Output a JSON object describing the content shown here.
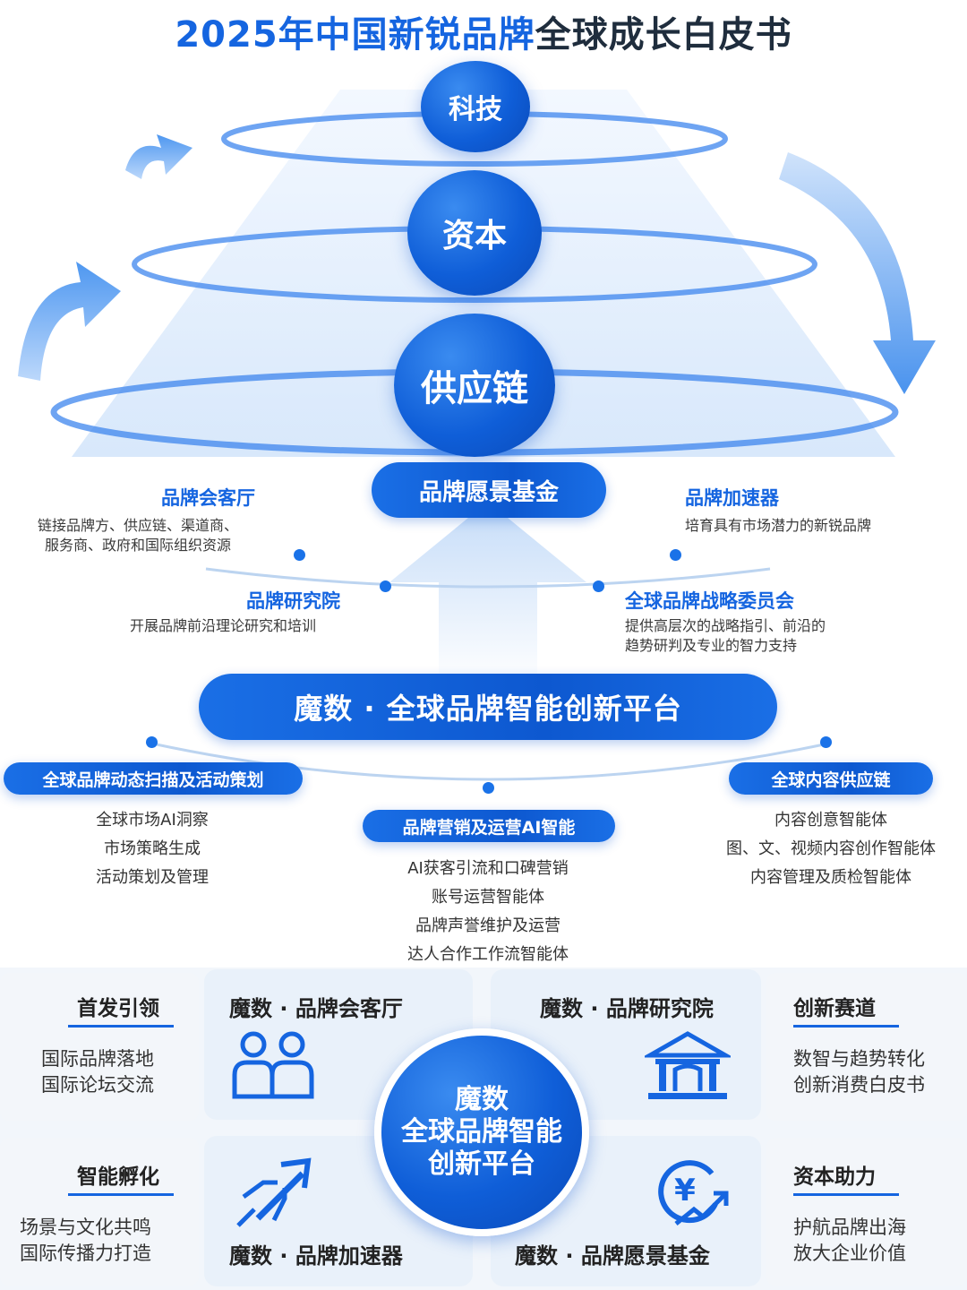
{
  "title": {
    "part1": "2025年中国新锐品牌",
    "part2": "全球成长白皮书"
  },
  "pyramid": {
    "top": "科技",
    "middle": "资本",
    "bottom": "供应链"
  },
  "vision_fund": "品牌愿景基金",
  "upper_nodes": [
    {
      "title": "品牌会客厅",
      "desc": [
        "链接品牌方、供应链、渠道商、",
        "服务商、政府和国际组织资源"
      ]
    },
    {
      "title": "品牌加速器",
      "desc": [
        "培育具有市场潜力的新锐品牌"
      ]
    },
    {
      "title": "品牌研究院",
      "desc": [
        "开展品牌前沿理论研究和培训"
      ]
    },
    {
      "title": "全球品牌战略委员会",
      "desc": [
        "提供高层次的战略指引、前沿的",
        "趋势研判及专业的智力支持"
      ]
    }
  ],
  "platform": "魔数 · 全球品牌智能创新平台",
  "capabilities": [
    {
      "title": "全球品牌动态扫描及活动策划",
      "items": [
        "全球市场AI洞察",
        "市场策略生成",
        "活动策划及管理"
      ]
    },
    {
      "title": "品牌营销及运营AI智能",
      "items": [
        "AI获客引流和口碑营销",
        "账号运营智能体",
        "品牌声誉维护及运营",
        "达人合作工作流智能体"
      ]
    },
    {
      "title": "全球内容供应链",
      "items": [
        "内容创意智能体",
        "图、文、视频内容创作智能体",
        "内容管理及质检智能体"
      ]
    }
  ],
  "bottom": {
    "center": [
      "魔数",
      "全球品牌智能",
      "创新平台"
    ],
    "quadrants": {
      "top_left": "魔数 · 品牌会客厅",
      "top_right": "魔数 · 品牌研究院",
      "bottom_left": "魔数 · 品牌加速器",
      "bottom_right": "魔数 · 品牌愿景基金"
    },
    "sides": {
      "left_top": {
        "title": "首发引领",
        "items": [
          "国际品牌落地",
          "国际论坛交流"
        ]
      },
      "left_bottom": {
        "title": "智能孵化",
        "items": [
          "场景与文化共鸣",
          "国际传播力打造"
        ]
      },
      "right_top": {
        "title": "创新赛道",
        "items": [
          "数智与趋势转化",
          "创新消费白皮书"
        ]
      },
      "right_bottom": {
        "title": "资本助力",
        "items": [
          "护航品牌出海",
          "放大企业价值"
        ]
      }
    }
  },
  "colors": {
    "primary": "#1565e0",
    "dark_text": "#1f2d3d",
    "panel": "#e9f1fa"
  },
  "icons": [
    "people-icon",
    "bank-icon",
    "rocket-icon",
    "yen-growth-icon"
  ]
}
